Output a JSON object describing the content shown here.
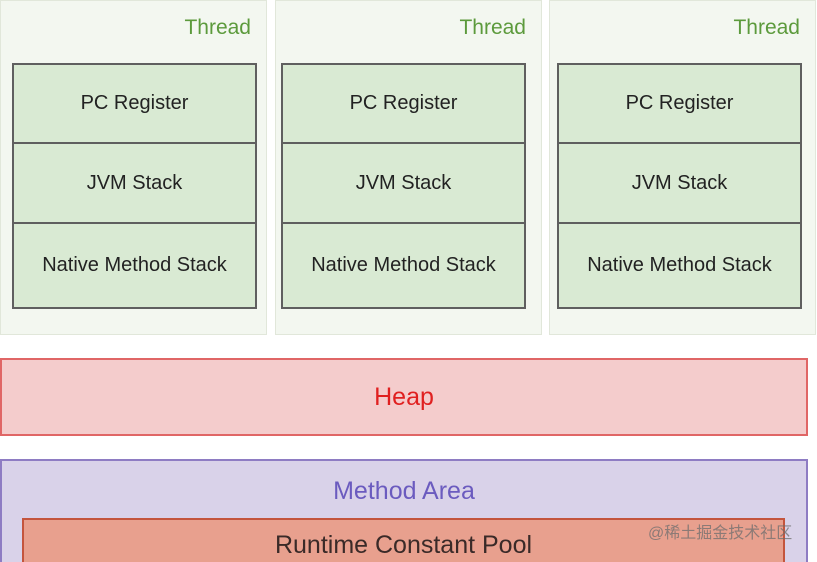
{
  "threads": [
    {
      "label": "Thread",
      "areas": [
        "PC Register",
        "JVM Stack",
        "Native Method Stack"
      ]
    },
    {
      "label": "Thread",
      "areas": [
        "PC Register",
        "JVM Stack",
        "Native Method Stack"
      ]
    },
    {
      "label": "Thread",
      "areas": [
        "PC Register",
        "JVM Stack",
        "Native Method Stack"
      ]
    }
  ],
  "heap": {
    "label": "Heap"
  },
  "method_area": {
    "label": "Method Area",
    "runtime_constant_pool": {
      "label": "Runtime Constant Pool"
    }
  },
  "watermark": {
    "text": "@稀土掘金技术社区"
  },
  "colors": {
    "thread_panel_bg": "#f3f7f0",
    "thread_label": "#5c9a3c",
    "area_fill": "#d9ead3",
    "area_border": "#5f5f5f",
    "heap_fill": "#f4cccc",
    "heap_border": "#e06666",
    "heap_text": "#e02020",
    "method_area_fill": "#d9d2e9",
    "method_area_border": "#8e7cc3",
    "method_area_text": "#6b5bbf",
    "pool_fill": "#e8a08e",
    "pool_border": "#c4553d"
  }
}
